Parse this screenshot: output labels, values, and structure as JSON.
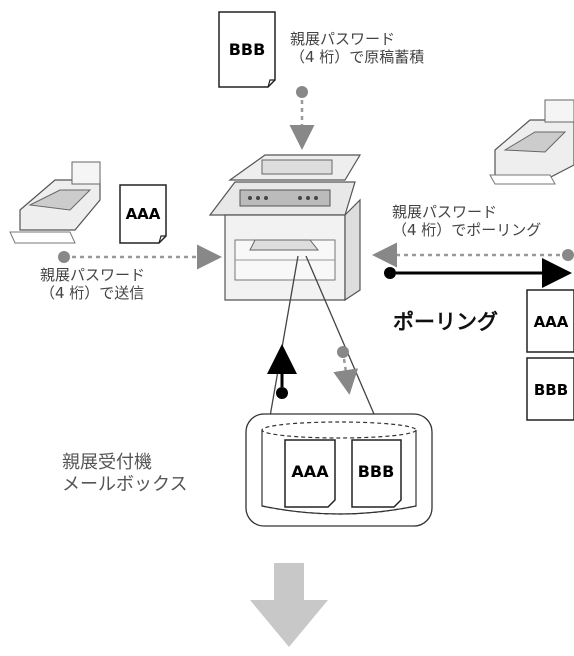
{
  "labels": {
    "top_doc_line1": "親展パスワード",
    "top_doc_line2": "（4 桁）で原稿蓄積",
    "right_line1": "親展パスワード",
    "right_line2": "（4 桁）でポーリング",
    "left_line1": "親展パスワード",
    "left_line2": "（4 桁）で送信",
    "polling": "ポーリング",
    "mailbox_line1": "親展受付機",
    "mailbox_line2": "メールボックス"
  },
  "documents": {
    "top": "BBB",
    "left": "AAA",
    "right_upper": "AAA",
    "right_lower": "BBB",
    "mailbox_first": "AAA",
    "mailbox_second": "BBB"
  }
}
